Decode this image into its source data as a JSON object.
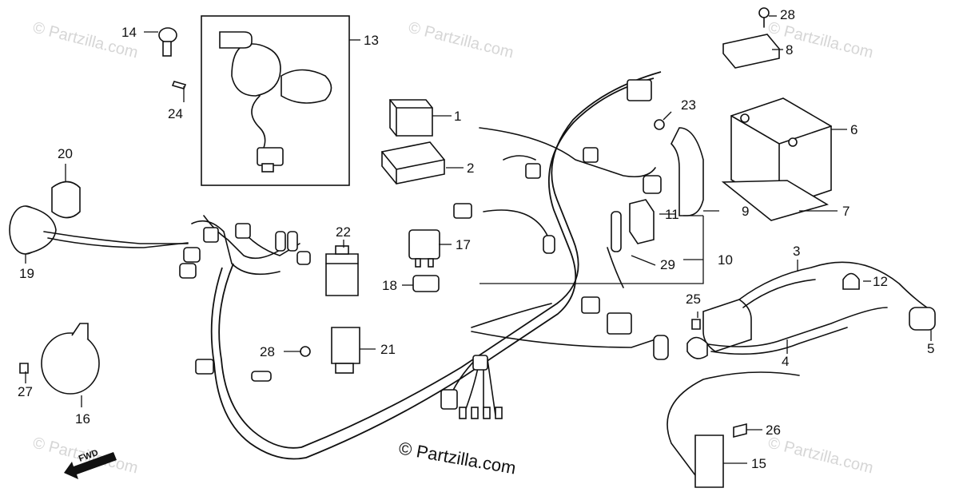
{
  "watermark_text": "© Partzilla.com",
  "copyright_text": "© Partzilla.com",
  "fwd_label": "FWD",
  "callouts": [
    "1",
    "2",
    "3",
    "4",
    "5",
    "6",
    "7",
    "8",
    "9",
    "10",
    "11",
    "12",
    "13",
    "14",
    "15",
    "16",
    "17",
    "18",
    "19",
    "20",
    "21",
    "22",
    "23",
    "24",
    "25",
    "26",
    "27",
    "28",
    "28",
    "29"
  ]
}
